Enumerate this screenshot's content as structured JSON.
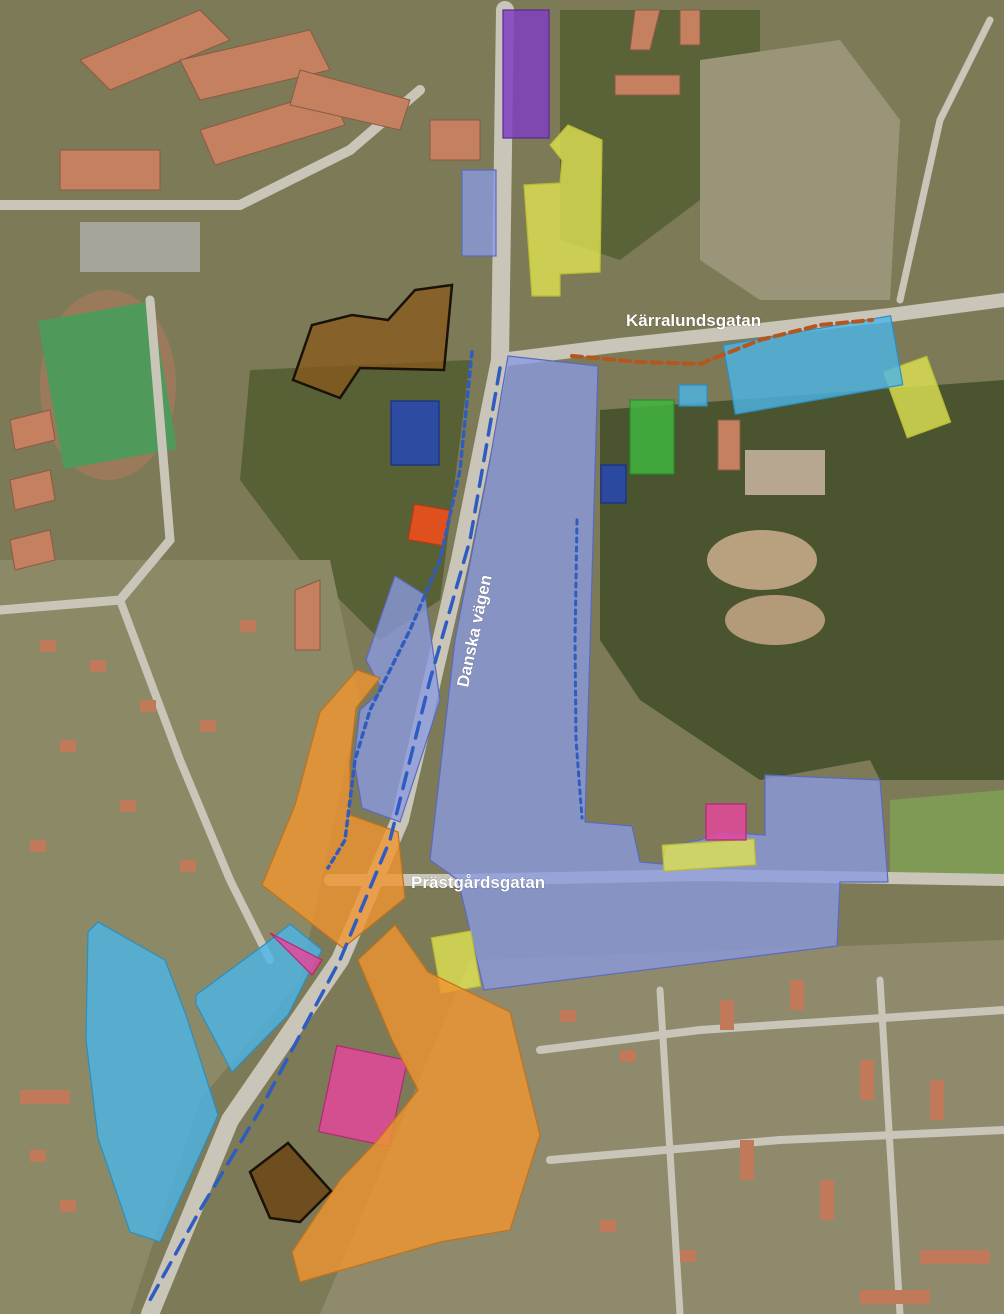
{
  "street_labels": {
    "karralundsgatan": "Kärralundsgatan",
    "danska_vagen": "Danska vägen",
    "prastgardsgatan": "Prästgårdsgatan"
  },
  "colors": {
    "forest": "#4d5a30",
    "grass": "#8a9860",
    "field": "#3f8f5a",
    "roof": "#c57f61",
    "road": "#c7c3b7",
    "residential_blue": "#8a9ae0",
    "dark_blue": "#2347b8",
    "light_blue": "#4bb5e8",
    "orange": "#f0952f",
    "yellow": "#dfe352",
    "pink": "#e2489a",
    "purple": "#7e3fbf",
    "green": "#3fb83f",
    "red_orange": "#f04e1c",
    "brown": "#8a5a1a",
    "dashed_blue": "#2f5cc0",
    "dashed_orange": "#b5561e"
  }
}
